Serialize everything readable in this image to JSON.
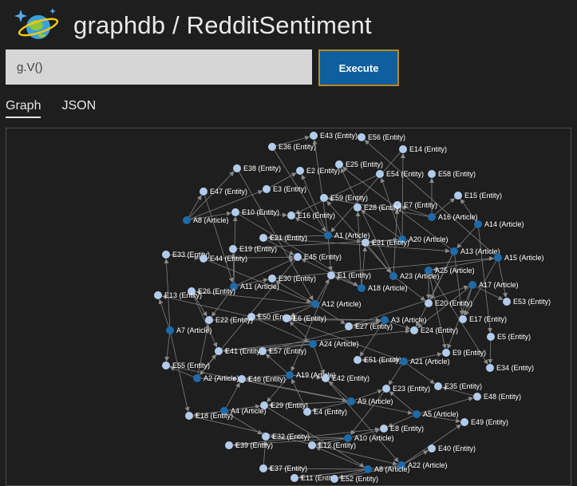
{
  "header": {
    "title": "graphdb / RedditSentiment",
    "logo_icon": "cosmos-db-planet-icon"
  },
  "query": {
    "value": "g.V()"
  },
  "toolbar": {
    "execute_label": "Execute"
  },
  "tabs": [
    {
      "label": "Graph",
      "active": true
    },
    {
      "label": "JSON",
      "active": false
    }
  ],
  "colors": {
    "entity": "#b3cbeb",
    "article": "#1f6aa8",
    "edge": "#7d7d7d",
    "accent": "#0e5f9e"
  },
  "graph": {
    "nodes": [
      {
        "id": "E43",
        "label": "E43 (Entity)",
        "kind": "entity"
      },
      {
        "id": "E56",
        "label": "E56 (Entity)",
        "kind": "entity"
      },
      {
        "id": "E36",
        "label": "E36 (Entity)",
        "kind": "entity"
      },
      {
        "id": "E14",
        "label": "E14 (Entity)",
        "kind": "entity"
      },
      {
        "id": "E25",
        "label": "E25 (Entity)",
        "kind": "entity"
      },
      {
        "id": "E38",
        "label": "E38 (Entity)",
        "kind": "entity"
      },
      {
        "id": "E2",
        "label": "E2 (Entity)",
        "kind": "entity"
      },
      {
        "id": "E54",
        "label": "E54 (Entity)",
        "kind": "entity"
      },
      {
        "id": "E58",
        "label": "E58 (Entity)",
        "kind": "entity"
      },
      {
        "id": "E47",
        "label": "E47 (Entity)",
        "kind": "entity"
      },
      {
        "id": "E3",
        "label": "E3 (Entity)",
        "kind": "entity"
      },
      {
        "id": "E15",
        "label": "E15 (Entity)",
        "kind": "entity"
      },
      {
        "id": "E59",
        "label": "E59 (Entity)",
        "kind": "entity"
      },
      {
        "id": "E7",
        "label": "E7 (Entity)",
        "kind": "entity"
      },
      {
        "id": "E28",
        "label": "E28 (Entity)",
        "kind": "entity"
      },
      {
        "id": "A8a",
        "label": "A8 (Article)",
        "kind": "article"
      },
      {
        "id": "E10",
        "label": "E10 (Entity)",
        "kind": "entity"
      },
      {
        "id": "E16",
        "label": "E16 (Entity)",
        "kind": "entity"
      },
      {
        "id": "A16",
        "label": "A16 (Article)",
        "kind": "article"
      },
      {
        "id": "A14",
        "label": "A14 (Article)",
        "kind": "article"
      },
      {
        "id": "A1",
        "label": "A1 (Article)",
        "kind": "article"
      },
      {
        "id": "E21",
        "label": "E21 (Entity)",
        "kind": "entity"
      },
      {
        "id": "A20",
        "label": "A20 (Article)",
        "kind": "article"
      },
      {
        "id": "E31",
        "label": "E31 (Entity)",
        "kind": "entity"
      },
      {
        "id": "E19",
        "label": "E19 (Entity)",
        "kind": "entity"
      },
      {
        "id": "A13",
        "label": "A13 (Article)",
        "kind": "article"
      },
      {
        "id": "E33",
        "label": "E33 (Entity)",
        "kind": "entity"
      },
      {
        "id": "E44",
        "label": "E44 (Entity)",
        "kind": "entity"
      },
      {
        "id": "E45",
        "label": "E45 (Entity)",
        "kind": "entity"
      },
      {
        "id": "A15",
        "label": "A15 (Article)",
        "kind": "article"
      },
      {
        "id": "A25",
        "label": "A25 (Article)",
        "kind": "article"
      },
      {
        "id": "E1",
        "label": "E1 (Entity)",
        "kind": "entity"
      },
      {
        "id": "A23",
        "label": "A23 (Article)",
        "kind": "article"
      },
      {
        "id": "E30",
        "label": "E30 (Entity)",
        "kind": "entity"
      },
      {
        "id": "A11",
        "label": "A11 (Article)",
        "kind": "article"
      },
      {
        "id": "A18",
        "label": "A18 (Article)",
        "kind": "article"
      },
      {
        "id": "A17",
        "label": "A17 (Article)",
        "kind": "article"
      },
      {
        "id": "E26",
        "label": "E26 (Entity)",
        "kind": "entity"
      },
      {
        "id": "E13",
        "label": "E13 (Entity)",
        "kind": "entity"
      },
      {
        "id": "A12",
        "label": "A12 (Article)",
        "kind": "article"
      },
      {
        "id": "E20",
        "label": "E20 (Entity)",
        "kind": "entity"
      },
      {
        "id": "E53",
        "label": "E53 (Entity)",
        "kind": "entity"
      },
      {
        "id": "E50",
        "label": "E50 (Entity)",
        "kind": "entity"
      },
      {
        "id": "E6",
        "label": "E6 (Entity)",
        "kind": "entity"
      },
      {
        "id": "E22",
        "label": "E22 (Entity)",
        "kind": "entity"
      },
      {
        "id": "A3",
        "label": "A3 (Article)",
        "kind": "article"
      },
      {
        "id": "E17",
        "label": "E17 (Entity)",
        "kind": "entity"
      },
      {
        "id": "A7",
        "label": "A7 (Article)",
        "kind": "article"
      },
      {
        "id": "E27",
        "label": "E27 (Entity)",
        "kind": "entity"
      },
      {
        "id": "E24",
        "label": "E24 (Entity)",
        "kind": "entity"
      },
      {
        "id": "E5",
        "label": "E5 (Entity)",
        "kind": "entity"
      },
      {
        "id": "A24",
        "label": "A24 (Article)",
        "kind": "article"
      },
      {
        "id": "E41",
        "label": "E41 (Entity)",
        "kind": "entity"
      },
      {
        "id": "E57",
        "label": "E57 (Entity)",
        "kind": "entity"
      },
      {
        "id": "E9",
        "label": "E9 (Entity)",
        "kind": "entity"
      },
      {
        "id": "E51",
        "label": "E51 (Entity)",
        "kind": "entity"
      },
      {
        "id": "A21",
        "label": "A21 (Article)",
        "kind": "article"
      },
      {
        "id": "E55",
        "label": "E55 (Entity)",
        "kind": "entity"
      },
      {
        "id": "E34",
        "label": "E34 (Entity)",
        "kind": "entity"
      },
      {
        "id": "A19",
        "label": "A19 (Article)",
        "kind": "article"
      },
      {
        "id": "A2",
        "label": "A2 (Article)",
        "kind": "article"
      },
      {
        "id": "E46",
        "label": "E46 (Entity)",
        "kind": "entity"
      },
      {
        "id": "E42",
        "label": "E42 (Entity)",
        "kind": "entity"
      },
      {
        "id": "E35",
        "label": "E35 (Entity)",
        "kind": "entity"
      },
      {
        "id": "E23",
        "label": "E23 (Entity)",
        "kind": "entity"
      },
      {
        "id": "E48",
        "label": "E48 (Entity)",
        "kind": "entity"
      },
      {
        "id": "E29",
        "label": "E29 (Entity)",
        "kind": "entity"
      },
      {
        "id": "A9",
        "label": "A9 (Article)",
        "kind": "article"
      },
      {
        "id": "A4",
        "label": "A4 (Article)",
        "kind": "article"
      },
      {
        "id": "E4",
        "label": "E4 (Entity)",
        "kind": "entity"
      },
      {
        "id": "A5",
        "label": "A5 (Article)",
        "kind": "article"
      },
      {
        "id": "E18",
        "label": "E18 (Entity)",
        "kind": "entity"
      },
      {
        "id": "E49",
        "label": "E49 (Entity)",
        "kind": "entity"
      },
      {
        "id": "E8",
        "label": "E8 (Entity)",
        "kind": "entity"
      },
      {
        "id": "E32",
        "label": "E32 (Entity)",
        "kind": "entity"
      },
      {
        "id": "A10",
        "label": "A10 (Article)",
        "kind": "article"
      },
      {
        "id": "E39",
        "label": "E39 (Entity)",
        "kind": "entity"
      },
      {
        "id": "E12",
        "label": "E12 (Entity)",
        "kind": "entity"
      },
      {
        "id": "E40",
        "label": "E40 (Entity)",
        "kind": "entity"
      },
      {
        "id": "E37",
        "label": "E37 (Entity)",
        "kind": "entity"
      },
      {
        "id": "A22",
        "label": "A22 (Article)",
        "kind": "article"
      },
      {
        "id": "A8b",
        "label": "A8 (Article)",
        "kind": "article"
      },
      {
        "id": "E11",
        "label": "E11 (Entity)",
        "kind": "entity"
      },
      {
        "id": "E52",
        "label": "E52 (Entity)",
        "kind": "entity"
      }
    ],
    "edges": [
      [
        "A1",
        "E43"
      ],
      [
        "A1",
        "E2"
      ],
      [
        "A1",
        "E21"
      ],
      [
        "A1",
        "E31"
      ],
      [
        "A1",
        "E1"
      ],
      [
        "A1",
        "E16"
      ],
      [
        "A12",
        "E6"
      ],
      [
        "A12",
        "E50"
      ],
      [
        "A12",
        "E27"
      ],
      [
        "A12",
        "E30"
      ],
      [
        "A12",
        "E1"
      ],
      [
        "A12",
        "E26"
      ],
      [
        "A11",
        "E19"
      ],
      [
        "A11",
        "E30"
      ],
      [
        "A11",
        "E22"
      ],
      [
        "A11",
        "E45"
      ],
      [
        "A11",
        "E10"
      ],
      [
        "A18",
        "E1"
      ],
      [
        "A18",
        "E31"
      ],
      [
        "A18",
        "E28"
      ],
      [
        "A18",
        "E45"
      ],
      [
        "A23",
        "E59"
      ],
      [
        "A23",
        "E7"
      ],
      [
        "A23",
        "E25"
      ],
      [
        "A23",
        "E20"
      ],
      [
        "A20",
        "E54"
      ],
      [
        "A20",
        "E14"
      ],
      [
        "A20",
        "E28"
      ],
      [
        "A20",
        "E31"
      ],
      [
        "A16",
        "E15"
      ],
      [
        "A16",
        "E58"
      ],
      [
        "A16",
        "E7"
      ],
      [
        "A16",
        "E59"
      ],
      [
        "A13",
        "E25"
      ],
      [
        "A13",
        "E20"
      ],
      [
        "A13",
        "E24"
      ],
      [
        "A13",
        "E17"
      ],
      [
        "A15",
        "E56"
      ],
      [
        "A15",
        "E53"
      ],
      [
        "A15",
        "E17"
      ],
      [
        "A15",
        "A25"
      ],
      [
        "A14",
        "E15"
      ],
      [
        "A14",
        "E5"
      ],
      [
        "A14",
        "A13"
      ],
      [
        "A17",
        "E53"
      ],
      [
        "A17",
        "E17"
      ],
      [
        "A17",
        "E9"
      ],
      [
        "A17",
        "E24"
      ],
      [
        "A3",
        "E27"
      ],
      [
        "A3",
        "E24"
      ],
      [
        "A3",
        "E51"
      ],
      [
        "A3",
        "E6"
      ],
      [
        "A24",
        "E57"
      ],
      [
        "A24",
        "E41"
      ],
      [
        "A24",
        "E6"
      ],
      [
        "A24",
        "E42"
      ],
      [
        "A21",
        "E9"
      ],
      [
        "A21",
        "E35"
      ],
      [
        "A21",
        "E23"
      ],
      [
        "A21",
        "E51"
      ],
      [
        "A19",
        "E46"
      ],
      [
        "A19",
        "E57"
      ],
      [
        "A19",
        "E42"
      ],
      [
        "A19",
        "E29"
      ],
      [
        "A2",
        "E55"
      ],
      [
        "A2",
        "E46"
      ],
      [
        "A2",
        "E41"
      ],
      [
        "A2",
        "E22"
      ],
      [
        "A7",
        "E13"
      ],
      [
        "A7",
        "E55"
      ],
      [
        "A7",
        "E33"
      ],
      [
        "A7",
        "E18"
      ],
      [
        "A9",
        "E4"
      ],
      [
        "A9",
        "E23"
      ],
      [
        "A9",
        "E29"
      ],
      [
        "A9",
        "E42"
      ],
      [
        "A4",
        "E18"
      ],
      [
        "A4",
        "E29"
      ],
      [
        "A4",
        "E46"
      ],
      [
        "A4",
        "E32"
      ],
      [
        "A5",
        "E48"
      ],
      [
        "A5",
        "E49"
      ],
      [
        "A5",
        "E23"
      ],
      [
        "A5",
        "E8"
      ],
      [
        "A10",
        "E12"
      ],
      [
        "A10",
        "E8"
      ],
      [
        "A10",
        "E32"
      ],
      [
        "A10",
        "E39"
      ],
      [
        "A22",
        "E40"
      ],
      [
        "A22",
        "E49"
      ],
      [
        "A22",
        "E52"
      ],
      [
        "A22",
        "E11"
      ],
      [
        "A8b",
        "E37"
      ],
      [
        "A8b",
        "E11"
      ],
      [
        "A8b",
        "E52"
      ],
      [
        "A8b",
        "E12"
      ],
      [
        "A8a",
        "E47"
      ],
      [
        "A8a",
        "E10"
      ],
      [
        "A8a",
        "E3"
      ],
      [
        "A8a",
        "E38"
      ],
      [
        "A25",
        "E34"
      ],
      [
        "A25",
        "E20"
      ],
      [
        "A25",
        "E9"
      ],
      [
        "E36",
        "E43"
      ],
      [
        "E3",
        "E2"
      ],
      [
        "E10",
        "E16"
      ],
      [
        "E21",
        "E45"
      ],
      [
        "E44",
        "E45"
      ],
      [
        "E33",
        "E44"
      ],
      [
        "E50",
        "E13"
      ],
      [
        "E26",
        "E22"
      ],
      [
        "E5",
        "E34"
      ],
      [
        "E48",
        "E35"
      ],
      [
        "E37",
        "E32"
      ],
      [
        "E39",
        "E8"
      ],
      [
        "E4",
        "A19"
      ],
      [
        "E57",
        "A3"
      ],
      [
        "E41",
        "E24"
      ],
      [
        "E36",
        "A1"
      ],
      [
        "E38",
        "A12"
      ],
      [
        "E47",
        "A11"
      ],
      [
        "E14",
        "A1"
      ],
      [
        "E54",
        "E16"
      ],
      [
        "E10",
        "A18"
      ],
      [
        "E21",
        "A13"
      ],
      [
        "E19",
        "A20"
      ],
      [
        "E30",
        "A15"
      ],
      [
        "E22",
        "A3"
      ],
      [
        "E6",
        "A21"
      ],
      [
        "E27",
        "A17"
      ],
      [
        "E55",
        "A9"
      ],
      [
        "E46",
        "A5"
      ],
      [
        "E42",
        "A22"
      ],
      [
        "E23",
        "A10"
      ],
      [
        "E29",
        "A8b"
      ],
      [
        "E18",
        "A22"
      ],
      [
        "E50",
        "A24"
      ],
      [
        "E26",
        "E41"
      ],
      [
        "E1",
        "A19"
      ],
      [
        "E31",
        "A23"
      ],
      [
        "E45",
        "A2"
      ],
      [
        "E44",
        "A12"
      ]
    ]
  }
}
